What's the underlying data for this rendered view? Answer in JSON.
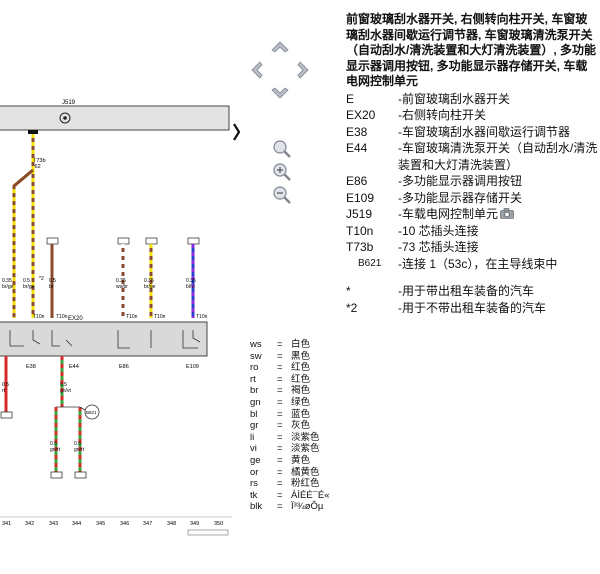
{
  "diagram": {
    "unit_j519": "J519",
    "conn_t73b": "T73b",
    "conn_t73b_pin": "/62",
    "wires": [
      {
        "size": "0.35",
        "color": "br/ge"
      },
      {
        "size": "0.5",
        "color": "br/ge",
        "note": "*2"
      },
      {
        "size": "0.5",
        "color": "br"
      },
      {
        "size": "0.35",
        "color": "ws/br"
      },
      {
        "size": "0.35",
        "color": "br/ge"
      },
      {
        "size": "0.35",
        "color": "bl/vi"
      }
    ],
    "t10n_label": "T10n",
    "switch_module": "EX20",
    "components": [
      "E38",
      "E44",
      "E86",
      "E109"
    ],
    "lower_wires": [
      {
        "size": "0.5",
        "color": "rt"
      },
      {
        "size": "0.5",
        "color": "gn/vt"
      },
      {
        "size": "0.5",
        "color": "gn/rt"
      },
      {
        "size": "0.5",
        "color": "gn/rt"
      }
    ],
    "ground_b621": "B621",
    "grid_numbers": [
      "341",
      "342",
      "343",
      "344",
      "345",
      "346",
      "347",
      "348",
      "349",
      "350"
    ]
  },
  "legend": {
    "title": "前窗玻璃刮水器开关, 右侧转向柱开关, 车窗玻璃刮水器间歇运行调节器, 车窗玻璃清洗泵开关（自动刮水/清洗装置和大灯清洗装置）, 多功能显示器调用按钮, 多功能显示器存储开关, 车载电网控制单元",
    "items": [
      {
        "code": "E",
        "desc": "-前窗玻璃刮水器开关"
      },
      {
        "code": "EX20",
        "desc": "-右侧转向柱开关"
      },
      {
        "code": "E38",
        "desc": "-车窗玻璃刮水器间歇运行调节器"
      },
      {
        "code": "E44",
        "desc": "-车窗玻璃清洗泵开关（自动刮水/清洗装置和大灯清洗装置）"
      },
      {
        "code": "E86",
        "desc": "-多功能显示器调用按钮"
      },
      {
        "code": "E109",
        "desc": "-多功能显示器存储开关"
      },
      {
        "code": "J519",
        "desc": "-车载电网控制单元"
      },
      {
        "code": "T10n",
        "desc": "-10 芯插头连接"
      },
      {
        "code": "T73b",
        "desc": "-73 芯插头连接"
      },
      {
        "code": "B621",
        "desc": "-连接 1（53c），在主导线束中"
      }
    ],
    "notes": [
      {
        "code": "*",
        "desc": "-用于带出租车装备的汽车"
      },
      {
        "code": "*2",
        "desc": "-用于不带出租车装备的汽车"
      }
    ]
  },
  "color_codes": [
    {
      "abbr": "ws",
      "name": "白色"
    },
    {
      "abbr": "sw",
      "name": "黑色"
    },
    {
      "abbr": "ro",
      "name": "红色"
    },
    {
      "abbr": "rt",
      "name": "红色"
    },
    {
      "abbr": "br",
      "name": "褐色"
    },
    {
      "abbr": "gn",
      "name": "绿色"
    },
    {
      "abbr": "bl",
      "name": "蓝色"
    },
    {
      "abbr": "gr",
      "name": "灰色"
    },
    {
      "abbr": "li",
      "name": "淡紫色"
    },
    {
      "abbr": "vi",
      "name": "淡紫色"
    },
    {
      "abbr": "ge",
      "name": "黄色"
    },
    {
      "abbr": "or",
      "name": "橘黄色"
    },
    {
      "abbr": "rs",
      "name": "粉红色"
    },
    {
      "abbr": "tk",
      "name": "ÀÌÉÉ¯É«"
    },
    {
      "abbr": "blk",
      "name": "Ï³¾øÔµ"
    }
  ],
  "colors": {
    "wire_brown": "#8b4a2b",
    "wire_yellow": "#f2e200",
    "wire_blue": "#2b3fcc",
    "wire_violet": "#8a2be2",
    "wire_green": "#3aa33a",
    "wire_red": "#d62a2a",
    "wire_white": "#ffffff",
    "module_fill": "#d9d9d9",
    "nav_gray": "#b9bdc6"
  }
}
